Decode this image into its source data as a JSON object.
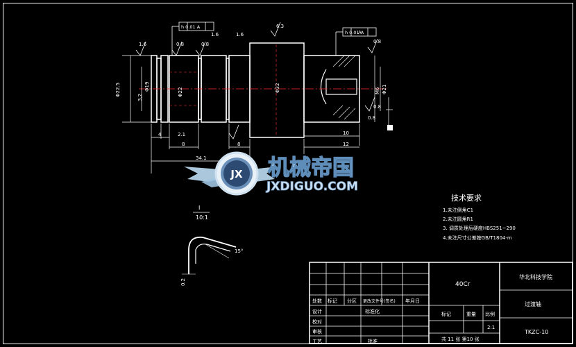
{
  "drawing": {
    "dimensions": {
      "roughness_a": "1.6",
      "roughness_b": "0.8",
      "roughness_c": "0.8",
      "roughness_d": "6.3",
      "roughness_e": "0.8",
      "roughness_f": "0.8",
      "groove_a": "1.6",
      "groove_b": "1.6",
      "tol_frame_left": "h 0.01 A",
      "tol_frame_right": "h 0.01 A",
      "dia_outer": "Φ22.5",
      "dia_inner": "Φ19",
      "dia_small": "3.2",
      "dia_mid": "Φ22",
      "dia_big": "Φ32",
      "dia_m6": "M6",
      "dia_rt": "Φ21",
      "len_4": "4",
      "len_2": "2.1",
      "len_8a": "8",
      "len_8b": "8",
      "len_10": "10",
      "len_12": "12",
      "len_total": "34.1",
      "dim_08": "0.8",
      "datum": "A"
    },
    "detail": {
      "scale_num": "I",
      "scale": "10:1",
      "angle": "15°",
      "roughness": "0.2"
    }
  },
  "watermark": {
    "cn": "机械帝国",
    "en": "JXDIGUO.COM",
    "logo": "JX"
  },
  "tech": {
    "title": "技术要求",
    "items": [
      "1.未注倒角C1",
      "2.未注圆角R1",
      "3. 调质处理后硬度HBS251~290",
      "4.未注尺寸公差按GB/T1804-m"
    ]
  },
  "title_block": {
    "material": "40Cr",
    "school": "华北科技学院",
    "part_name": "过渡轴",
    "drawing_no": "TKZC-10",
    "row_heads": [
      "标记",
      "处数",
      "分区",
      "更改文件号(签名)",
      "年月日"
    ],
    "design": "设计",
    "standard": "标准化",
    "check": "审核",
    "process": "工艺",
    "approve": "批准",
    "verify": "校对",
    "stage_mark": "标记",
    "weight": "重量",
    "scale_label": "比例",
    "scale_value": "2:1",
    "sheets": "共 11 张  第10 张"
  }
}
